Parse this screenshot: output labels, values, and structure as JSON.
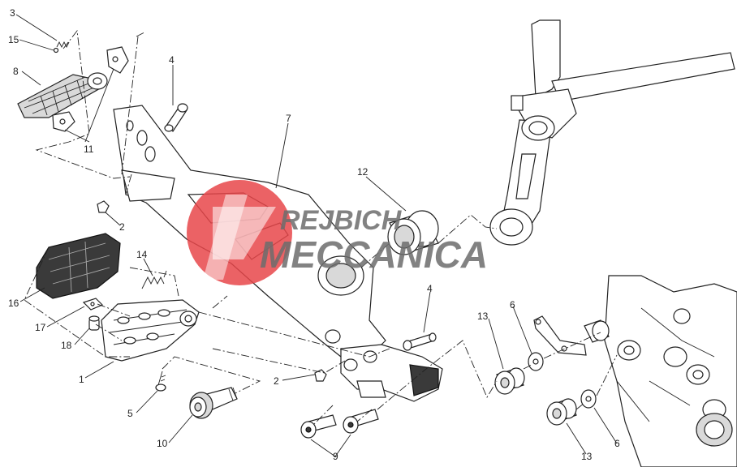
{
  "callouts": {
    "c1": "1",
    "c2a": "2",
    "c2b": "2",
    "c3": "3",
    "c4a": "4",
    "c4b": "4",
    "c5": "5",
    "c6a": "6",
    "c6b": "6",
    "c7": "7",
    "c8": "8",
    "c9": "9",
    "c10": "10",
    "c11": "11",
    "c12": "12",
    "c13a": "13",
    "c13b": "13",
    "c14": "14",
    "c15": "15",
    "c16": "16",
    "c17": "17",
    "c18": "18"
  },
  "watermark": {
    "line1": "REJBICH",
    "line2": "MECCANICA",
    "logo_color": "#e8474a",
    "text_color": "#6d6d6d"
  }
}
